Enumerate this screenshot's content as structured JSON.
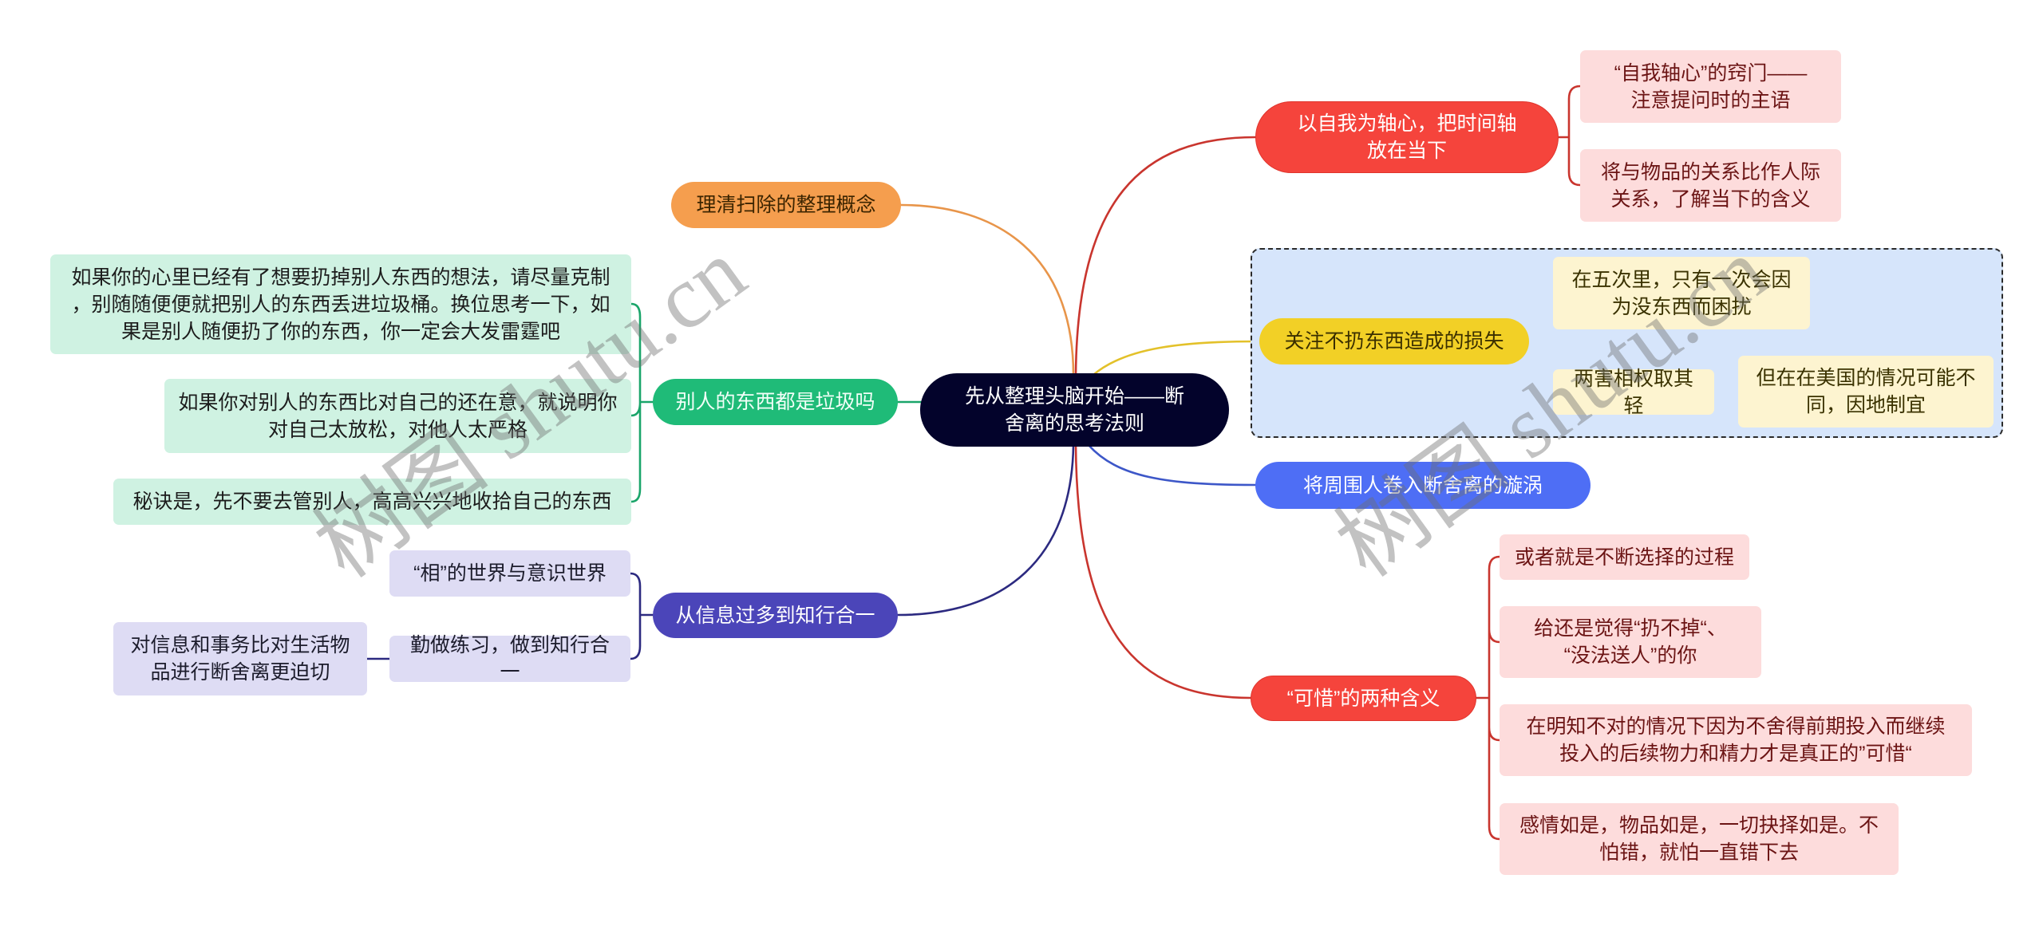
{
  "colors": {
    "root-bg": "#03032b",
    "red": "#f5443c",
    "pink": "#fddcdc",
    "yellow": "#f2d026",
    "cream": "#fdf4d0",
    "group-bg": "#d6e5fb",
    "blue": "#4e6ef5",
    "orange": "#f59e4e",
    "green": "#1fbb78",
    "mint": "#cff2e2",
    "purple": "#4b45b9",
    "lavender": "#dedcf4"
  },
  "watermark": {
    "text": "树图 shutu.cn"
  },
  "root": {
    "label": "先从整理头脑开始——断\n舍离的思考法则"
  },
  "right_branches": [
    {
      "label": "以自我为轴心，把时间轴\n放在当下",
      "children": [
        {
          "label": "“自我轴心”的窍门——\n注意提问时的主语"
        },
        {
          "label": "将与物品的关系比作人际\n关系，了解当下的含义"
        }
      ]
    },
    {
      "label": "关注不扔东西造成的损失",
      "children": [
        {
          "label": "在五次里，只有一次会因\n为没东西而困扰"
        },
        {
          "label": "两害相权取其轻",
          "children": [
            {
              "label": "但在在美国的情况可能不\n同，因地制宜"
            }
          ]
        }
      ]
    },
    {
      "label": "将周围人卷入断舍离的漩涡"
    },
    {
      "label": "“可惜”的两种含义",
      "children": [
        {
          "label": "或者就是不断选择的过程"
        },
        {
          "label": "给还是觉得“扔不掉“、\n“没法送人”的你"
        },
        {
          "label": "在明知不对的情况下因为不舍得前期投入而继续\n投入的后续物力和精力才是真正的”可惜“"
        },
        {
          "label": "感情如是，物品如是，一切抉择如是。不\n怕错，就怕一直错下去"
        }
      ]
    }
  ],
  "left_branches": [
    {
      "label": "理清扫除的整理概念"
    },
    {
      "label": "别人的东西都是垃圾吗",
      "children": [
        {
          "label": "如果你的心里已经有了想要扔掉别人东西的想法，请尽量克制\n，别随随便便就把别人的东西丢进垃圾桶。换位思考一下，如\n果是别人随便扔了你的东西，你一定会大发雷霆吧"
        },
        {
          "label": "如果你对别人的东西比对自己的还在意，就说明你\n对自己太放松，对他人太严格"
        },
        {
          "label": "秘诀是，先不要去管别人，高高兴兴地收拾自己的东西"
        }
      ]
    },
    {
      "label": "从信息过多到知行合一",
      "children": [
        {
          "label": "“相”的世界与意识世界"
        },
        {
          "label": "勤做练习，做到知行合一",
          "children": [
            {
              "label": "对信息和事务比对生活物\n品进行断舍离更迫切"
            }
          ]
        }
      ]
    }
  ]
}
